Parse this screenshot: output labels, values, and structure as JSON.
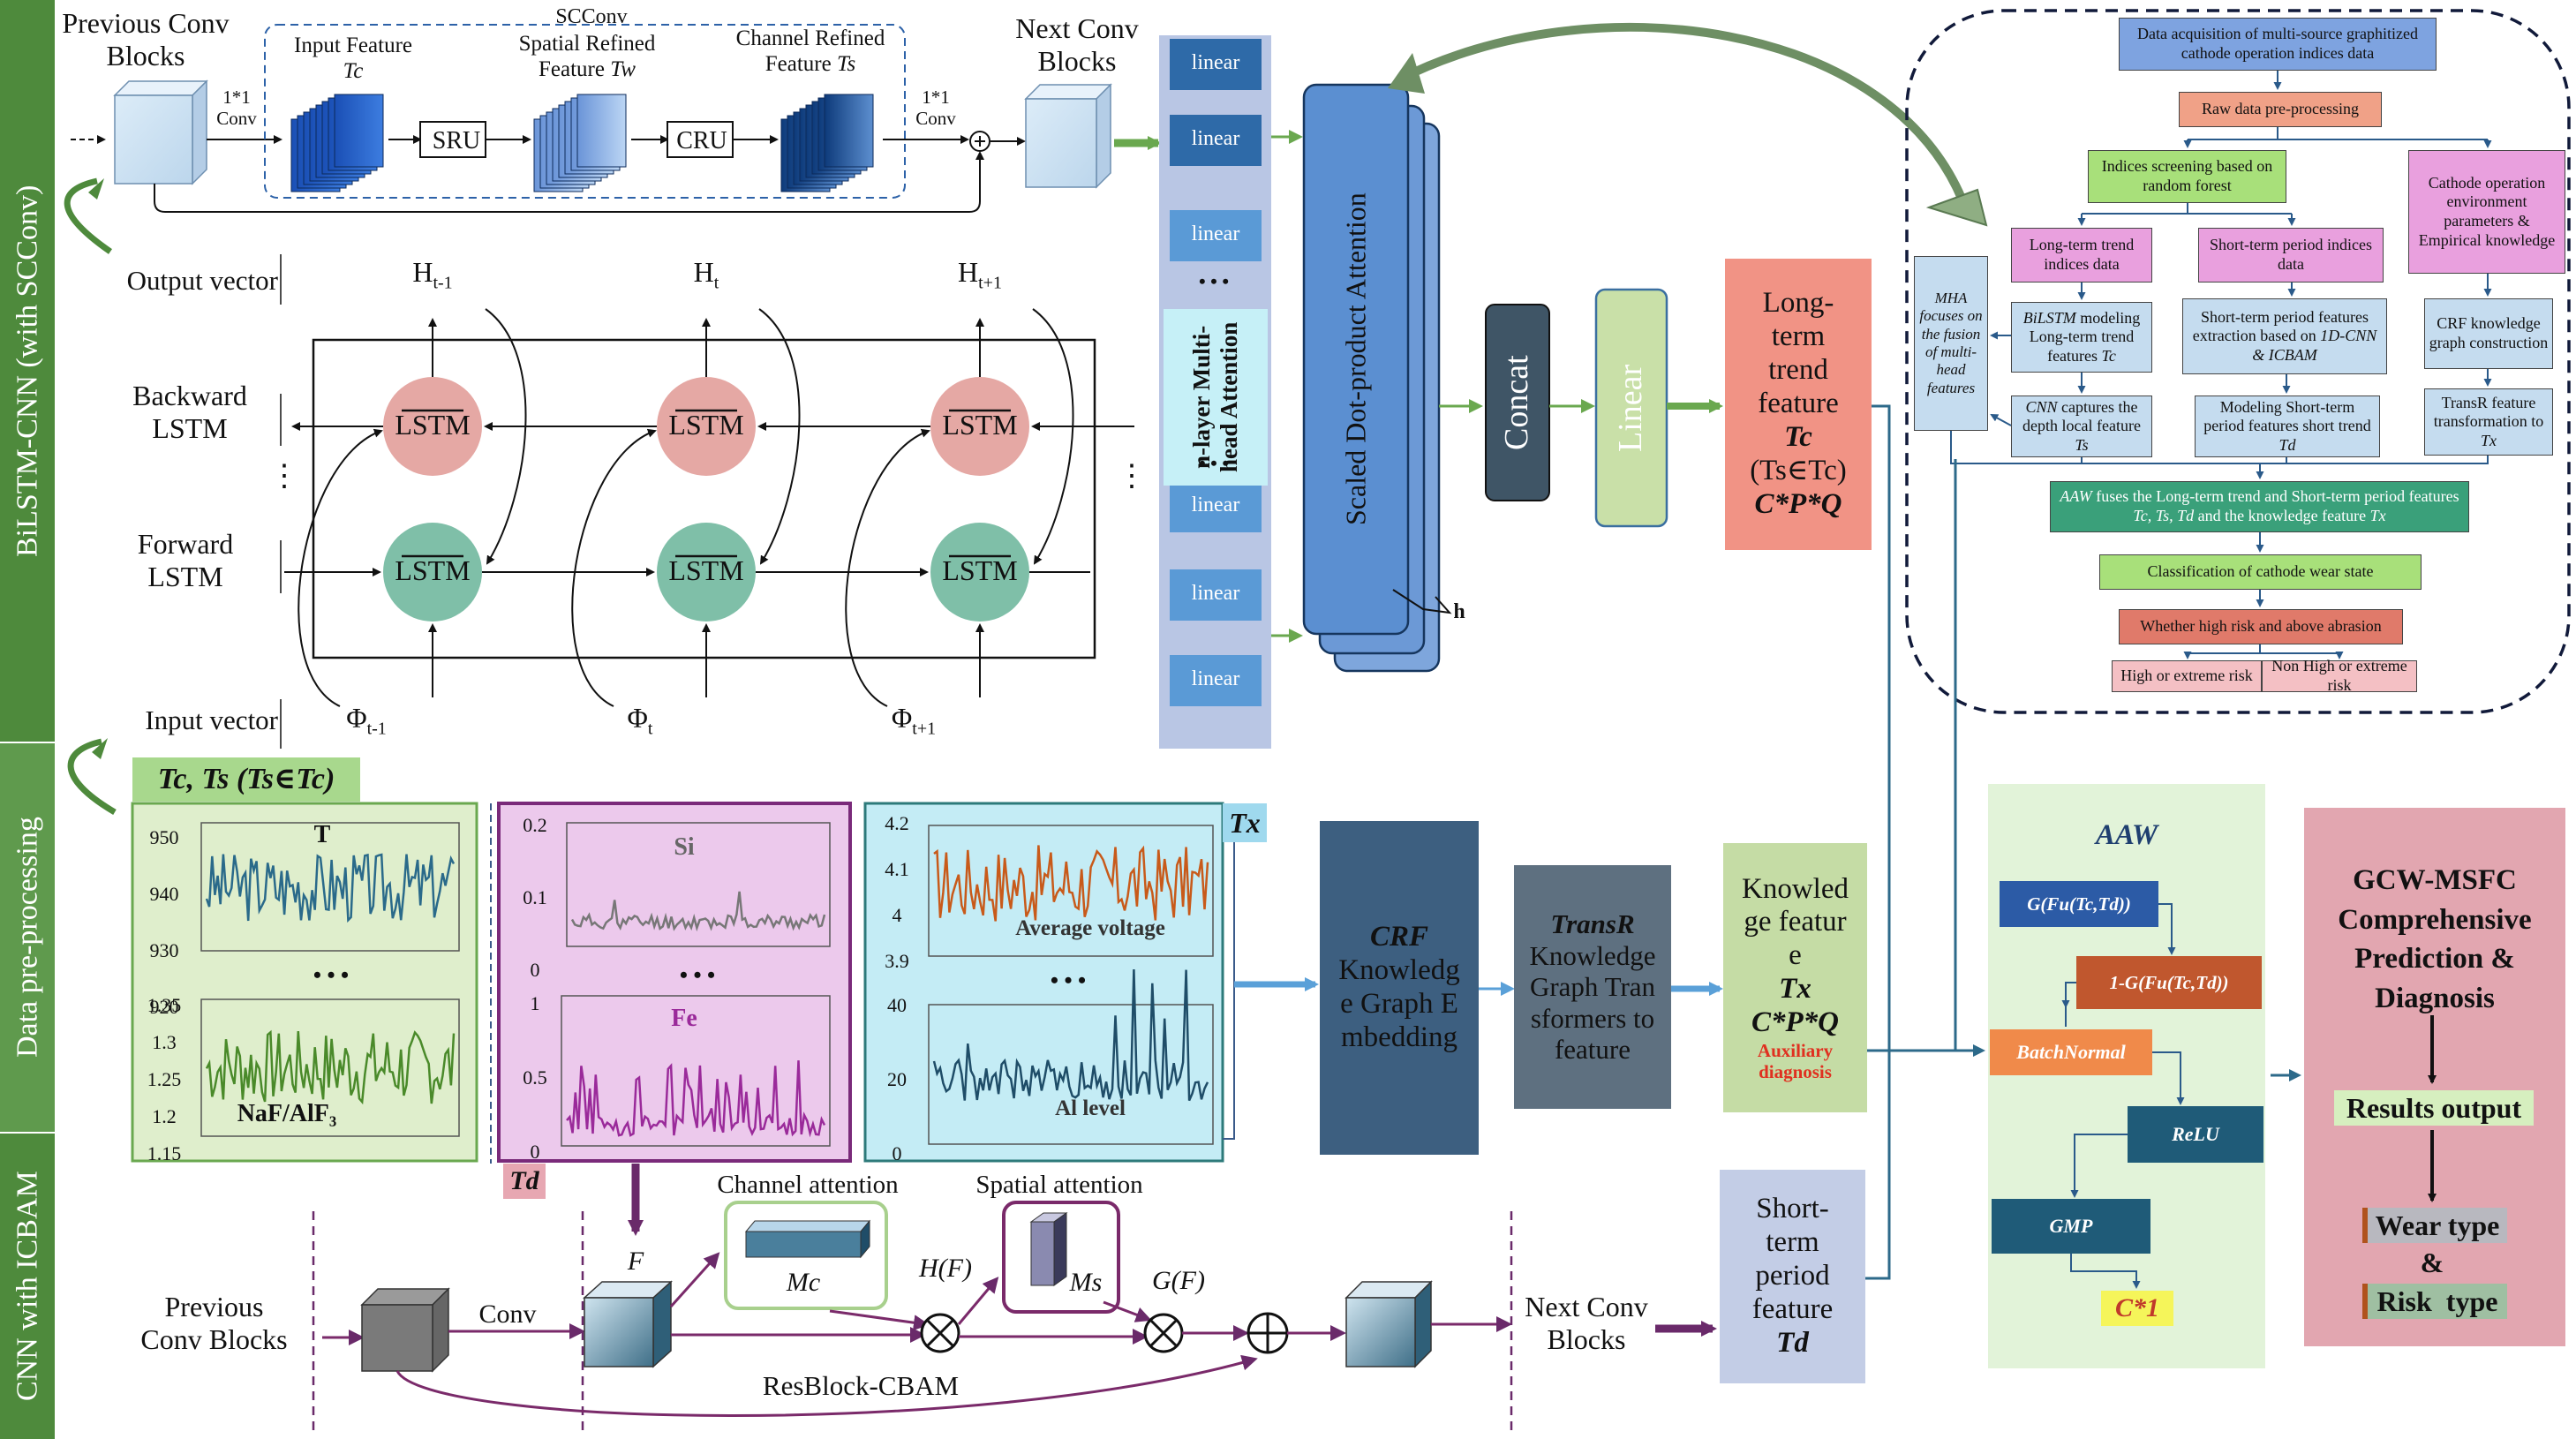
{
  "side_labels": {
    "bilstm": "BiLSTM-CNN (with SCConv)",
    "preproc": "Data pre-processing",
    "cnn": "CNN with ICBAM"
  },
  "scconv": {
    "previous_conv_blocks": "Previous Conv Blocks",
    "conv_1x1_a": "1*1 Conv",
    "input_feature": "Input Feature",
    "input_feature_sym": "Tc",
    "title": "SCConv",
    "spatial_refined": "Spatial Refined Feature",
    "spatial_refined_sym": "Tw",
    "sru": "SRU",
    "channel_refined": "Channel Refined Feature",
    "channel_refined_sym": "Ts",
    "cru": "CRU",
    "conv_1x1_b": "1*1 Conv",
    "plus": "⊕",
    "next_conv_blocks": "Next Conv Blocks"
  },
  "lstm": {
    "output_vector": "Output vector",
    "input_vector": "Input vector",
    "backward_lstm": "Backward LSTM",
    "forward_lstm": "Forward LSTM",
    "cell": "LSTM",
    "h_labels": [
      "H",
      "H",
      "H"
    ],
    "h_subs": [
      "t-1",
      "t",
      "t+1"
    ],
    "phi_labels": [
      "Φ",
      "Φ",
      "Φ"
    ],
    "phi_subs": [
      "t-1",
      "t",
      "t+1"
    ],
    "dots": "⋮"
  },
  "attention": {
    "linear": "linear",
    "dots": "• • •",
    "mha_label": "n-layer Multi-head Attention",
    "sdpa": "Scaled Dot-product Attention",
    "h": "h",
    "concat": "Concat",
    "linear_block": "Linear"
  },
  "long_term": {
    "line1": "Long-term trend feature",
    "sym": "Tc",
    "set": "(Ts∈Tc)",
    "dims": "C*P*Q"
  },
  "flowchart": {
    "n1": "Data acquisition of multi-source graphitized cathode operation indices data",
    "n2": "Raw data pre-processing",
    "n3": "Indices screening based on random forest",
    "n4": "Cathode operation environment parameters & Empirical knowledge",
    "n5": "Long-term trend indices data",
    "n6": "Short-term period indices data",
    "n7": "MHA focuses on the fusion of multi-head features",
    "n8a": "BiLSTM",
    "n8b": " modeling Long-term trend features ",
    "n8c": "Tc",
    "n9a": "Short-term period features extraction based on ",
    "n9b": "1D-CNN & ICBAM",
    "n10": "CRF knowledge graph construction",
    "n11a": "CNN",
    "n11b": " captures the depth local feature ",
    "n11c": "Ts",
    "n12a": "Modeling Short-term period features short trend ",
    "n12b": "Td",
    "n13a": "TransR feature transformation to ",
    "n13b": "Tx",
    "n14a": "AAW",
    "n14b": " fuses the Long-term trend and Short-term period features ",
    "n14c": "Tc, Ts, Td",
    "n14d": " and the knowledge feature ",
    "n14e": "Tx",
    "n15": "Classification of cathode wear state",
    "n16": "Whether high risk and above abrasion",
    "n17": "High or extreme risk",
    "n18": "Non High or extreme risk"
  },
  "preproc": {
    "header": "Tc, Ts (Ts∈Tc)",
    "td": "Td",
    "tx": "Tx",
    "dots": "• • •",
    "plots": [
      {
        "title": "T",
        "ticks": [
          "950",
          "940",
          "930",
          "920"
        ]
      },
      {
        "title": "NaF/AlF₃",
        "ticks": [
          "1.35",
          "1.3",
          "1.25",
          "1.2",
          "1.15"
        ]
      },
      {
        "title": "Si",
        "ticks": [
          "0.2",
          "0.1",
          "0"
        ]
      },
      {
        "title": "Fe",
        "ticks": [
          "1",
          "0.5",
          "0"
        ]
      },
      {
        "title": "Average voltage",
        "ticks": [
          "4.2",
          "4.1",
          "4",
          "3.9"
        ]
      },
      {
        "title": "Al level",
        "ticks": [
          "40",
          "20",
          "0"
        ]
      }
    ]
  },
  "knowledge": {
    "crf_title": "CRF",
    "crf_body": "Knowledge Graph Embedding",
    "transr_title": "TransR",
    "transr_body": "Knowledge Graph Transformers to feature",
    "feat_line1": "Knowledge feature",
    "feat_sym": "Tx",
    "feat_dims": "C*P*Q",
    "feat_aux": "Auxiliary diagnosis"
  },
  "cbam": {
    "previous": "Previous Conv Blocks",
    "conv": "Conv",
    "f": "F",
    "channel_attention": "Channel attention",
    "mc": "Mc",
    "hf": "H(F)",
    "spatial_attention": "Spatial attention",
    "ms": "Ms",
    "gf": "G(F)",
    "resblock": "ResBlock-CBAM",
    "next": "Next Conv Blocks",
    "short_line1": "Short-term period feature",
    "short_sym": "Td"
  },
  "aaw": {
    "title": "AAW",
    "g": "G(Fu(Tc,Td))",
    "one_minus_g": "1-G(Fu(Tc,Td))",
    "batchnorm": "BatchNormal",
    "relu": "ReLU",
    "gmp": "GMP",
    "c1": "C*1"
  },
  "result": {
    "title": "GCW-MSFC Comprehensive Prediction & Diagnosis",
    "output": "Results output",
    "wear": "Wear type",
    "amp": "&",
    "risk": "Risk  type"
  },
  "colors": {
    "green_side": "#4e8a3c",
    "lstm_red": "#e5a8a4",
    "lstm_green": "#7fbfa8",
    "linear_blue": "#2e6aa8",
    "sdpa_blue": "#5b8fd1",
    "concat_dark": "#3f5566",
    "linear_green": "#c9e0a8",
    "long_term_salmon": "#f19385",
    "crf_blue": "#3d5f80",
    "transr_gray": "#5e7080",
    "knowledge_green": "#c5dca5",
    "short_term_lavender": "#c3cde6",
    "aaw_bg": "#e2f3d9",
    "result_pink": "#e2a6b0"
  }
}
